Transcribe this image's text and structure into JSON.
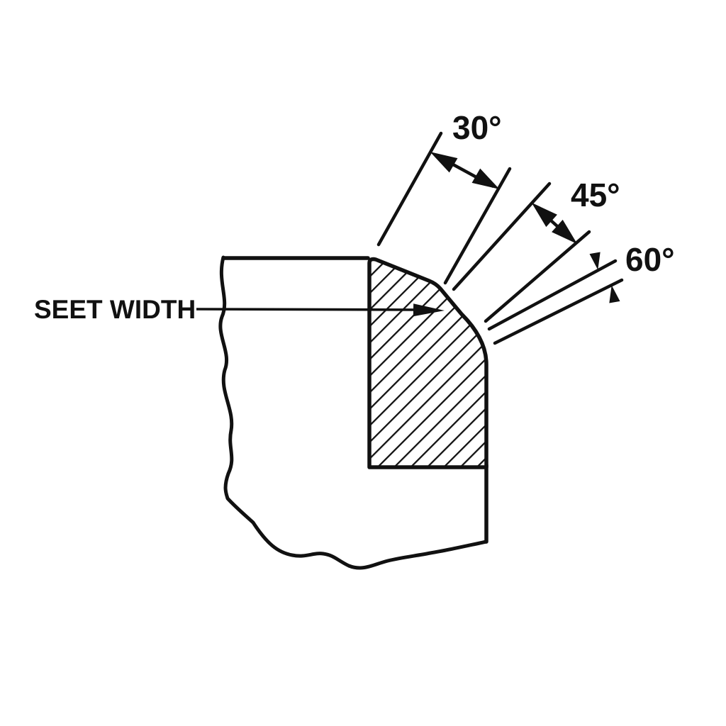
{
  "diagram": {
    "background": "#ffffff",
    "ink_color": "#111111",
    "labels": {
      "angle_top": "30°",
      "angle_mid": "45°",
      "angle_bottom": "60°",
      "seat_width": "SEET WIDTH"
    }
  }
}
